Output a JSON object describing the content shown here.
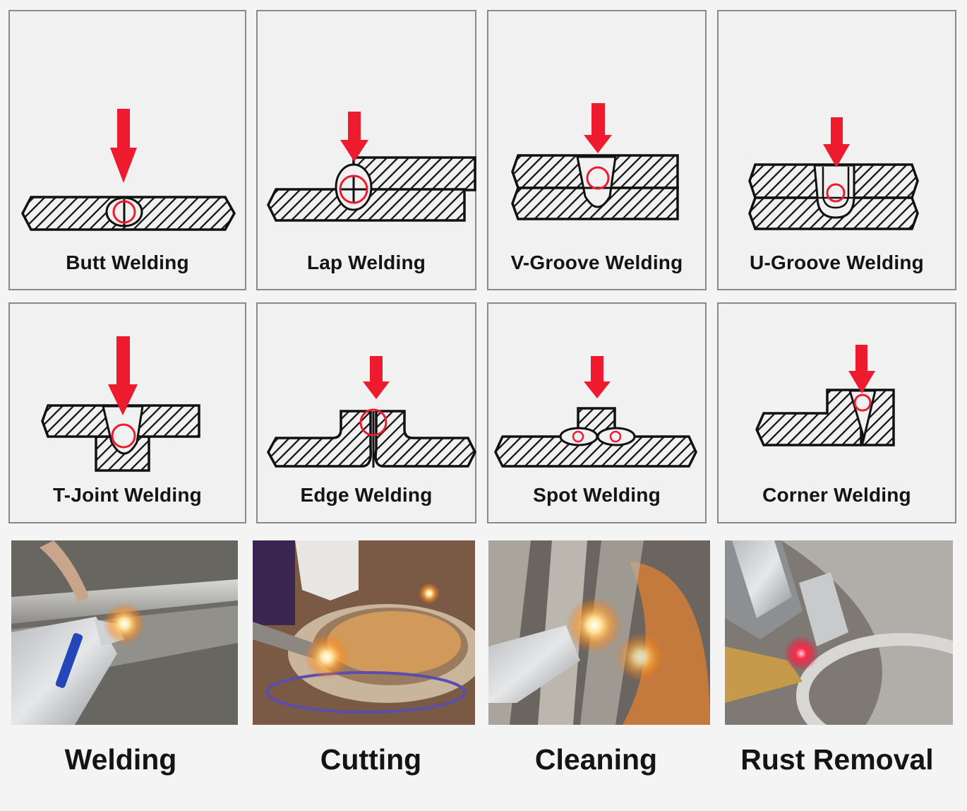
{
  "joints": [
    {
      "id": "butt",
      "label": "Butt Welding"
    },
    {
      "id": "lap",
      "label": "Lap Welding"
    },
    {
      "id": "vgroove",
      "label": "V-Groove Welding"
    },
    {
      "id": "ugroove",
      "label": "U-Groove Welding"
    },
    {
      "id": "tjoint",
      "label": "T-Joint Welding"
    },
    {
      "id": "edge",
      "label": "Edge Welding"
    },
    {
      "id": "spot",
      "label": "Spot Welding"
    },
    {
      "id": "corner",
      "label": "Corner Welding"
    }
  ],
  "applications": [
    {
      "id": "welding",
      "label": "Welding"
    },
    {
      "id": "cutting",
      "label": "Cutting"
    },
    {
      "id": "cleaning",
      "label": "Cleaning"
    },
    {
      "id": "rust",
      "label": "Rust Removal"
    }
  ],
  "colors": {
    "arrow": "#ee1b2e",
    "outline": "#111111",
    "hatch": "#111111",
    "card_bg": "#f1f1f1",
    "card_border": "#8a8a8a"
  }
}
